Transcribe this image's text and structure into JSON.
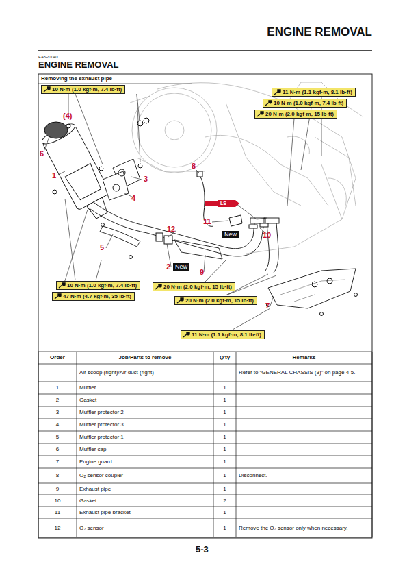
{
  "diagram": {
    "title": "ENGINE REMOVAL",
    "nodes": [
      {
        "text": [
          "10 N·m (1.0 kgf·m, 7.4 lb·ft)"
        ]
      },
      {
        "text": [
          "11 N·m (1.1 kgf·m, 8.1 lb·ft)"
        ]
      },
      {
        "text": [
          "10 N·m (1.0 kgf·m, 7.4 lb·ft)"
        ]
      },
      {
        "text": [
          "20 N·m (2.0 kgf·m, 15 lb·ft)"
        ]
      },
      {
        "text": [
          "10 N·m (1.0 kgf·m, 7.4 lb·ft)"
        ]
      },
      {
        "text": [
          "47 N·m (4.7 kgf·m, 35 lb·ft)"
        ]
      },
      {
        "text": [
          "20 N·m (2.0 kgf·m, 15 lb·ft)"
        ]
      },
      {
        "text": [
          "20 N·m (2.0 kgf·m, 15 lb·ft)"
        ]
      },
      {
        "text": [
          "11 N·m (1.1 kgf·m, 8.1 lb·ft)"
        ]
      },
      {
        "text": [
          "New"
        ]
      },
      {
        "text": [
          "New"
        ]
      }
    ],
    "labels": [
      "EAS20040",
      "ENGINE REMOVAL",
      "Removing the exhaust pipe",
      "(4)",
      "6",
      "1",
      "3",
      "4",
      "8",
      "11",
      "12",
      "5",
      "2",
      "9",
      "10",
      "7",
      "LS",
      "5-3",
      "Order",
      "Job/Parts to remove",
      "Q'ty",
      "Remarks",
      "Air scoop (right)/Air duct (right)",
      "Refer to “GENERAL CHASSIS (3)” on page 4-5.",
      "1",
      "Muffler",
      "1",
      "2",
      "Gasket",
      "1",
      "3",
      "Muffler protector 2",
      "1",
      "4",
      "Muffler protector 3",
      "1",
      "5",
      "Muffler protector 1",
      "1",
      "6",
      "Muffler cap",
      "1",
      "7",
      "Engine guard",
      "1",
      "8",
      "O₂ sensor coupler",
      "1",
      "Disconnect.",
      "9",
      "Exhaust pipe",
      "1",
      "10",
      "Gasket",
      "2",
      "11",
      "Exhaust pipe bracket",
      "1",
      "12",
      "O₂ sensor",
      "1",
      "Remove the O₂ sensor only when necessary."
    ]
  }
}
